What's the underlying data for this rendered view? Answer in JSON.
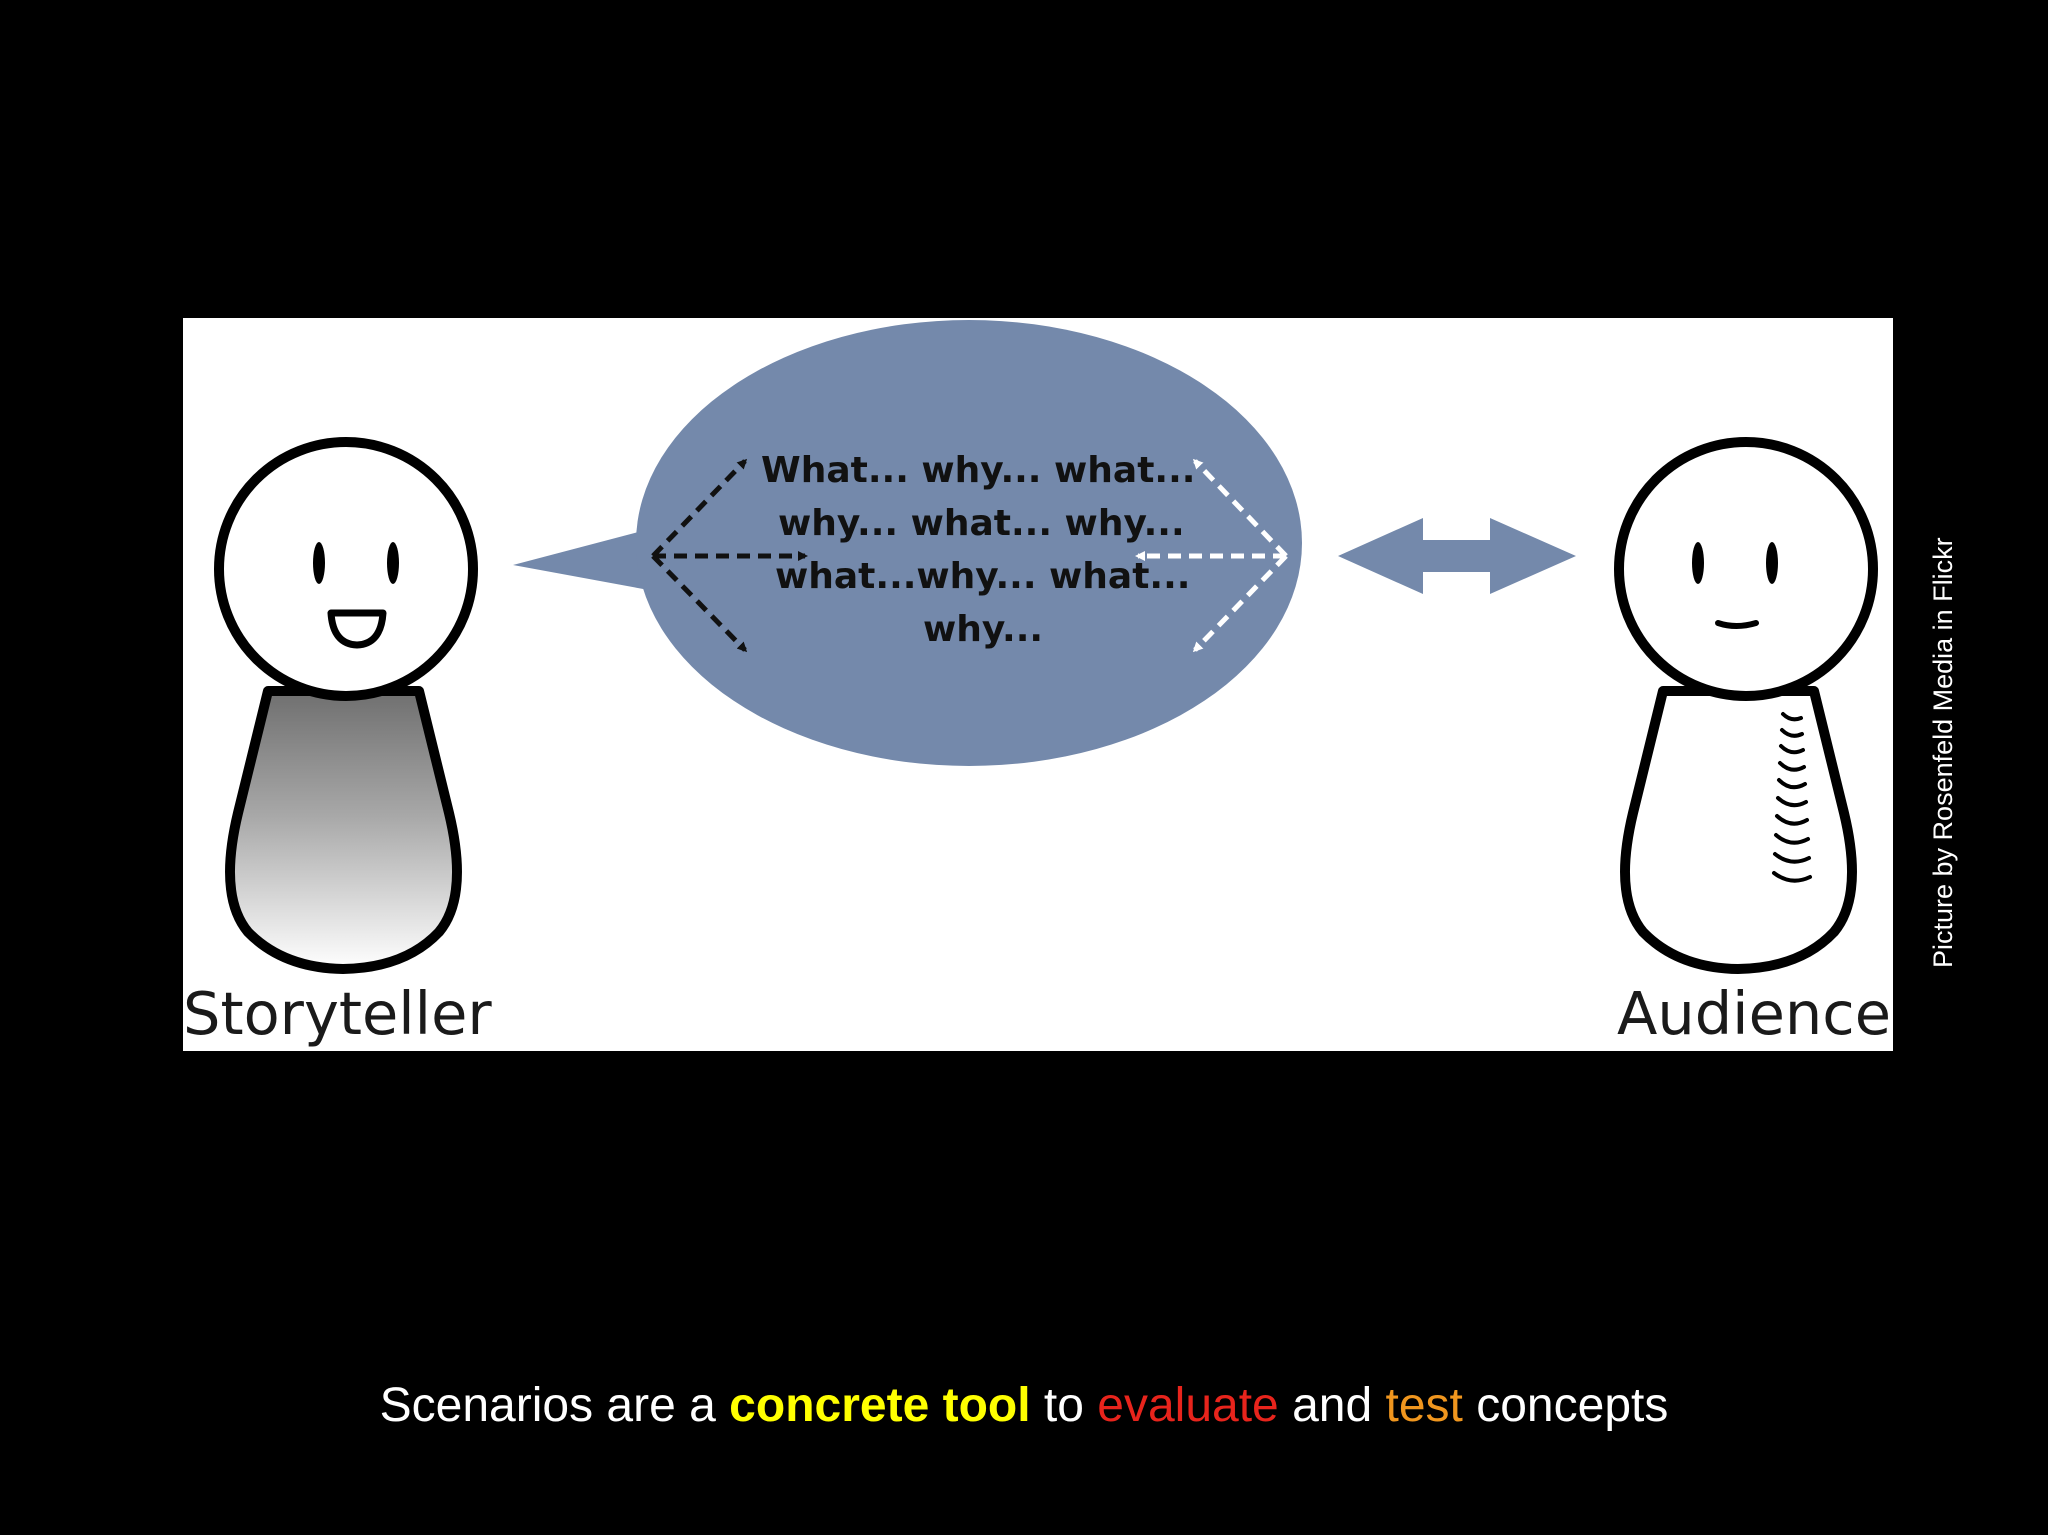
{
  "diagram": {
    "storyteller_label": "Storyteller",
    "audience_label": "Audience",
    "bubble_lines": [
      "What... why... what...",
      "why... what... why...",
      "what...why... what...",
      "why..."
    ]
  },
  "credit": "Picture by Rosenfeld Media in Flickr",
  "caption": {
    "part1": "Scenarios are a ",
    "highlight": "concrete tool",
    "part2": " to ",
    "evaluate": "evaluate",
    "part3": " and ",
    "test": "test",
    "part4": " concepts"
  },
  "colors": {
    "background": "#000000",
    "panel": "#ffffff",
    "bubble": "#7489ab",
    "highlight": "#ffff00",
    "evaluate": "#e8241c",
    "test": "#f0961e",
    "caption_text": "#ffffff"
  }
}
